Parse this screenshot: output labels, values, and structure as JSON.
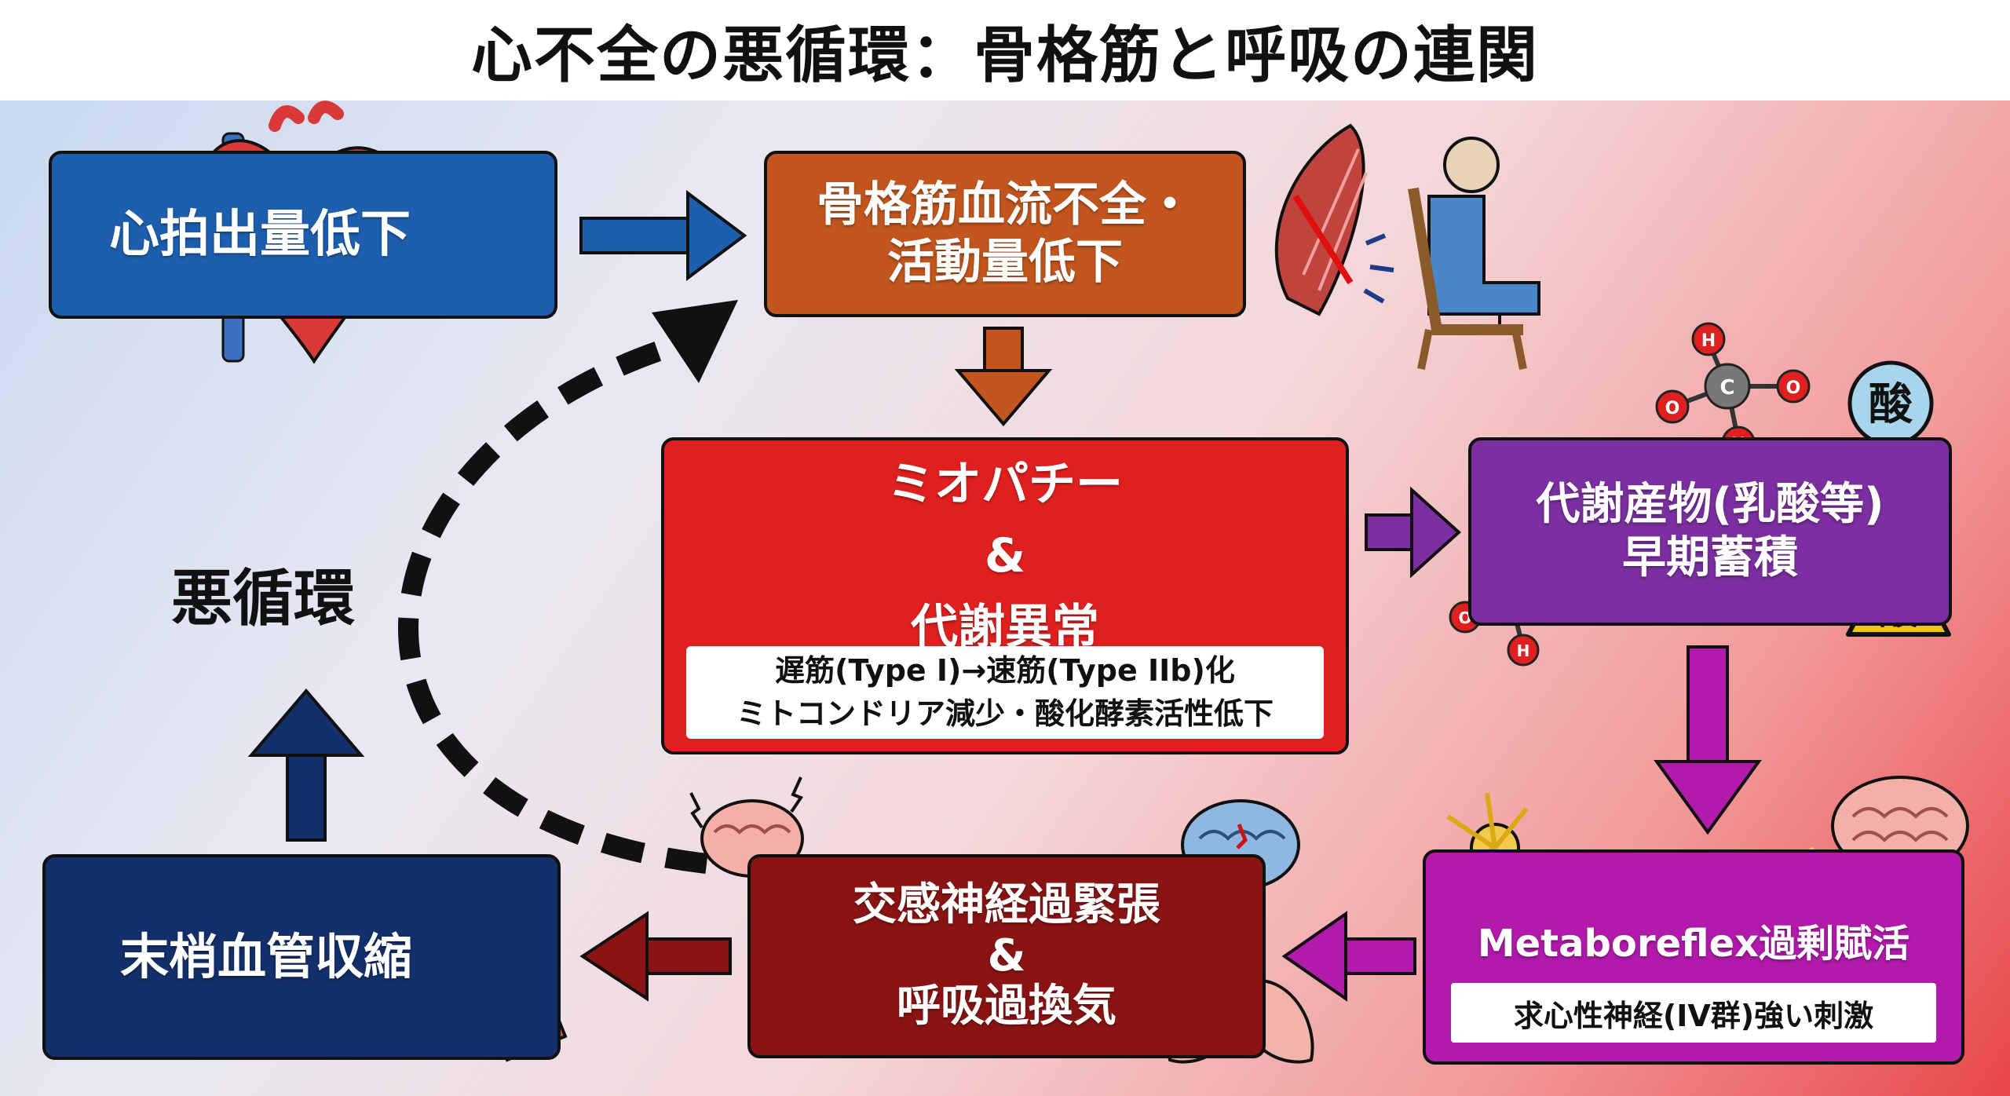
{
  "title": "心不全の悪循環：骨格筋と呼吸の連関",
  "boxes": {
    "cardiac_output": "心拍出量低下",
    "muscle_flow": {
      "line1": "骨格筋血流不全・",
      "line2": "活動量低下"
    },
    "myopathy": {
      "line1": "ミオパチー",
      "amp": "&",
      "line2": "代謝異常",
      "sub1": "遅筋(Type I)→速筋(Type IIb)化",
      "sub2": "ミトコンドリア減少・酸化酵素活性低下"
    },
    "metabolite": {
      "line1": "代謝産物(乳酸等)",
      "line2": "早期蓄積"
    },
    "metaboreflex": {
      "title": "Metaboreflex過剰賦活",
      "sub": "求心性神経(IV群)強い刺激"
    },
    "sympathetic": {
      "line1": "交感神経過緊張",
      "amp": "&",
      "line2": "呼吸過換気"
    },
    "vasoconstriction": "末梢血管収縮"
  },
  "cycle_label": "悪循環",
  "acid_badge": "酸",
  "acid_warning": "酸",
  "molecule_atoms": {
    "h": "H",
    "c": "C",
    "o": "O"
  },
  "colors": {
    "cardiac": "#1d5fae",
    "muscle_flow": "#c2561e",
    "myopathy": "#e0201f",
    "metabolite": "#7b2fa0",
    "metaboreflex": "#b11aaa",
    "sympathetic": "#8a1414",
    "vasoconstriction": "#13306a"
  }
}
